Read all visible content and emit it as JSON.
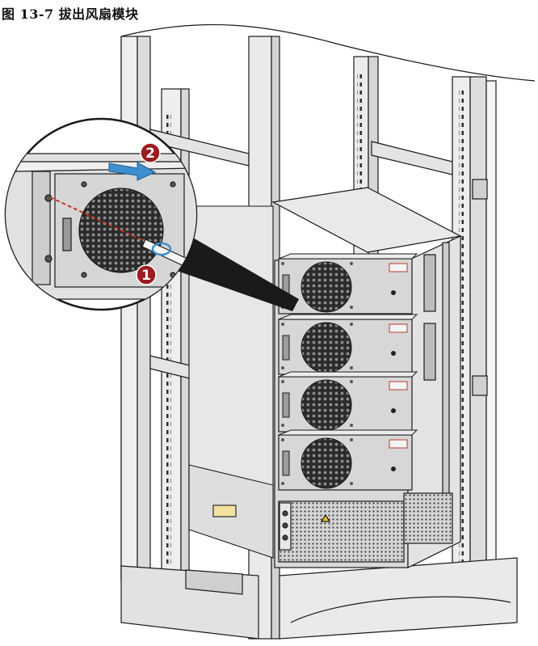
{
  "figure": {
    "title": "图 13-7 拔出风扇模块"
  },
  "callouts": [
    {
      "number": "1",
      "meaning": "loosen captive screw"
    },
    {
      "number": "2",
      "meaning": "pull out fan module"
    }
  ],
  "fan_modules": [
    {
      "label": "fan-module-1"
    },
    {
      "label": "fan-module-2"
    },
    {
      "label": "fan-module-3"
    },
    {
      "label": "fan-module-4"
    }
  ],
  "colors": {
    "callout_red": "#9b1b1e",
    "arrow_blue": "#3f8fcf",
    "metal_light": "#e6e6e6",
    "metal_mid": "#cfcfcf",
    "metal_dark": "#a9a9a9",
    "outline": "#1a1a1a"
  }
}
